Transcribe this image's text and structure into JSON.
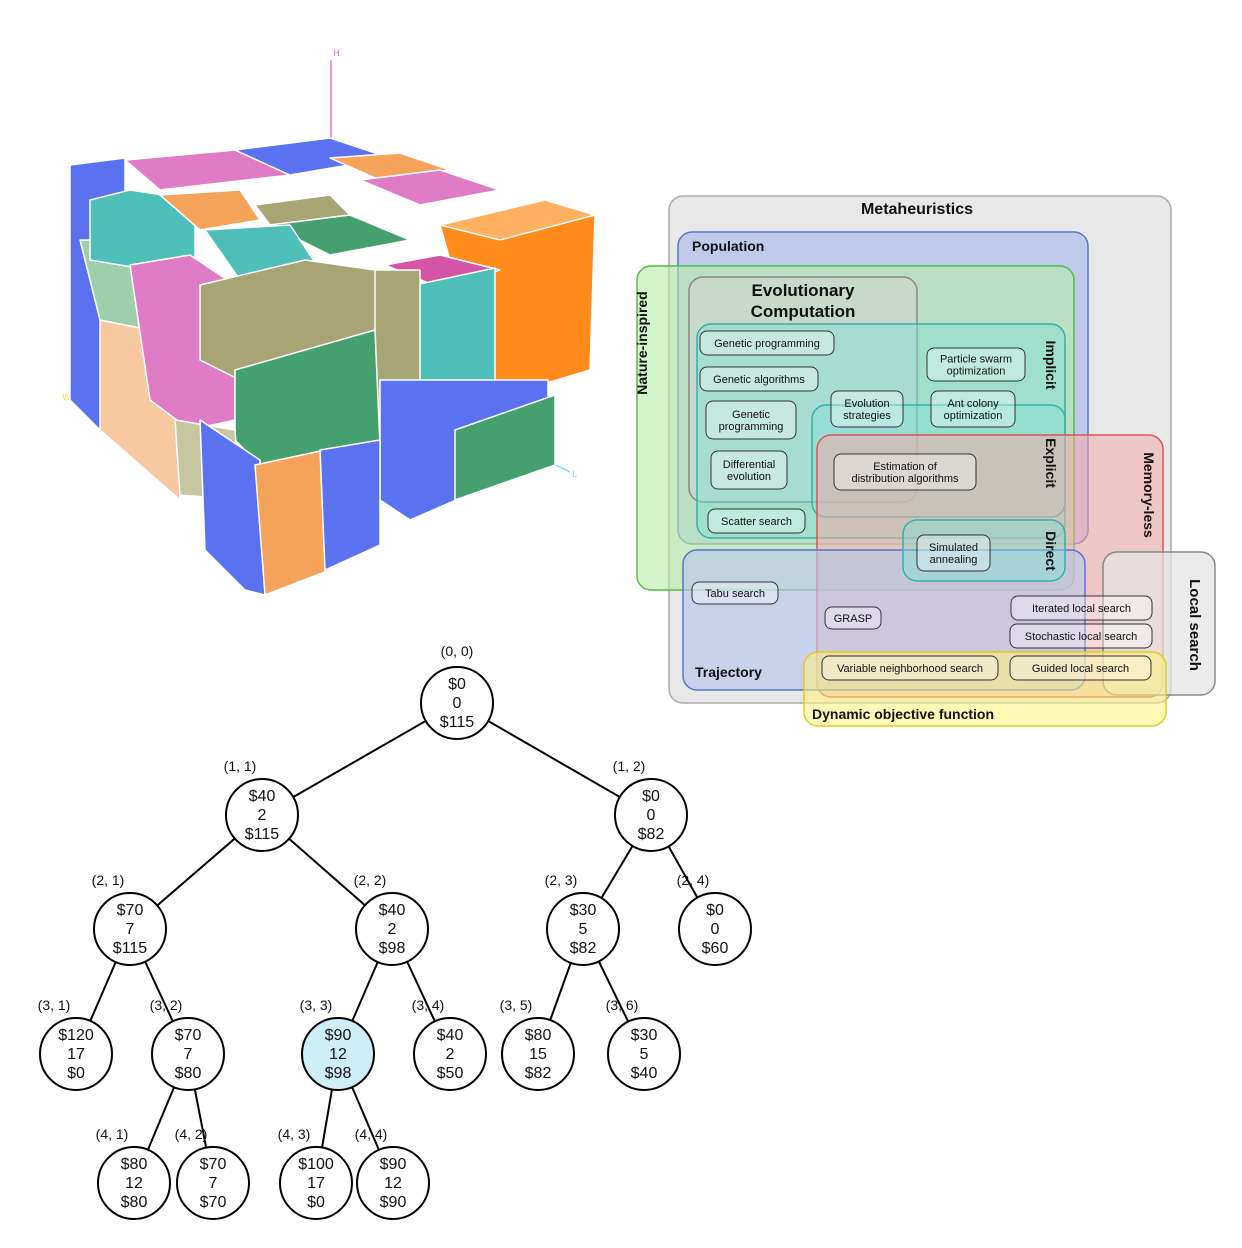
{
  "cube": {
    "axis_labels": {
      "height": "H",
      "width": "W",
      "length": "L"
    },
    "colors": {
      "blue": "#5a72f0",
      "pink": "#e07cc6",
      "orange": "#f5a25a",
      "teal": "#4dbfb8",
      "green": "#45a070",
      "olive": "#a8a575",
      "peach": "#f8c8a0",
      "darkorange": "#ff8c1a",
      "magenta": "#d455a8",
      "sage": "#9fcfaa"
    }
  },
  "metaheuristics": {
    "title": "Metaheuristics",
    "regions": {
      "population": "Population",
      "nature_inspired": "Nature-inspired",
      "evolutionary_computation_line1": "Evolutionary",
      "evolutionary_computation_line2": "Computation",
      "implicit": "Implicit",
      "explicit": "Explicit",
      "direct": "Direct",
      "memory_less": "Memory-less",
      "local_search": "Local search",
      "trajectory": "Trajectory",
      "dynamic_objective": "Dynamic objective function"
    },
    "methods": {
      "genetic_programming_1": "Genetic programming",
      "genetic_algorithms": "Genetic algorithms",
      "genetic_programming_2_line1": "Genetic",
      "genetic_programming_2_line2": "programming",
      "differential_evolution_line1": "Differential",
      "differential_evolution_line2": "evolution",
      "scatter_search": "Scatter search",
      "evolution_strategies_line1": "Evolution",
      "evolution_strategies_line2": "strategies",
      "pso_line1": "Particle swarm",
      "pso_line2": "optimization",
      "aco_line1": "Ant colony",
      "aco_line2": "optimization",
      "eda_line1": "Estimation of",
      "eda_line2": "distribution algorithms",
      "simulated_annealing_line1": "Simulated",
      "simulated_annealing_line2": "annealing",
      "tabu_search": "Tabu search",
      "grasp": "GRASP",
      "iterated_local_search": "Iterated local search",
      "stochastic_local_search": "Stochastic local search",
      "vns": "Variable neighborhood search",
      "guided_local_search": "Guided local search"
    },
    "colors": {
      "meta": "#e6e6e6",
      "population": "#b8c6ec",
      "nature": "#b8ecaa",
      "evo": "#d4d4d4",
      "implicit": "#7fe0d6",
      "memory": "#f4aaaa",
      "local": "#e4e4e4",
      "dynamic": "#fff27a"
    }
  },
  "tree": {
    "highlight_color": "#cdeef6",
    "nodes": [
      {
        "id": "0-0",
        "label": "(0, 0)",
        "lines": [
          "$0",
          "0",
          "$115"
        ]
      },
      {
        "id": "1-1",
        "label": "(1, 1)",
        "lines": [
          "$40",
          "2",
          "$115"
        ]
      },
      {
        "id": "1-2",
        "label": "(1, 2)",
        "lines": [
          "$0",
          "0",
          "$82"
        ]
      },
      {
        "id": "2-1",
        "label": "(2, 1)",
        "lines": [
          "$70",
          "7",
          "$115"
        ]
      },
      {
        "id": "2-2",
        "label": "(2, 2)",
        "lines": [
          "$40",
          "2",
          "$98"
        ]
      },
      {
        "id": "2-3",
        "label": "(2, 3)",
        "lines": [
          "$30",
          "5",
          "$82"
        ]
      },
      {
        "id": "2-4",
        "label": "(2, 4)",
        "lines": [
          "$0",
          "0",
          "$60"
        ]
      },
      {
        "id": "3-1",
        "label": "(3, 1)",
        "lines": [
          "$120",
          "17",
          "$0"
        ]
      },
      {
        "id": "3-2",
        "label": "(3, 2)",
        "lines": [
          "$70",
          "7",
          "$80"
        ]
      },
      {
        "id": "3-3",
        "label": "(3, 3)",
        "lines": [
          "$90",
          "12",
          "$98"
        ],
        "highlight": true
      },
      {
        "id": "3-4",
        "label": "(3, 4)",
        "lines": [
          "$40",
          "2",
          "$50"
        ]
      },
      {
        "id": "3-5",
        "label": "(3, 5)",
        "lines": [
          "$80",
          "15",
          "$82"
        ]
      },
      {
        "id": "3-6",
        "label": "(3, 6)",
        "lines": [
          "$30",
          "5",
          "$40"
        ]
      },
      {
        "id": "4-1",
        "label": "(4, 1)",
        "lines": [
          "$80",
          "12",
          "$80"
        ]
      },
      {
        "id": "4-2",
        "label": "(4, 2)",
        "lines": [
          "$70",
          "7",
          "$70"
        ]
      },
      {
        "id": "4-3",
        "label": "(4, 3)",
        "lines": [
          "$100",
          "17",
          "$0"
        ]
      },
      {
        "id": "4-4",
        "label": "(4, 4)",
        "lines": [
          "$90",
          "12",
          "$90"
        ]
      }
    ],
    "edges": [
      [
        "0-0",
        "1-1"
      ],
      [
        "0-0",
        "1-2"
      ],
      [
        "1-1",
        "2-1"
      ],
      [
        "1-1",
        "2-2"
      ],
      [
        "1-2",
        "2-3"
      ],
      [
        "1-2",
        "2-4"
      ],
      [
        "2-1",
        "3-1"
      ],
      [
        "2-1",
        "3-2"
      ],
      [
        "2-2",
        "3-3"
      ],
      [
        "2-2",
        "3-4"
      ],
      [
        "2-3",
        "3-5"
      ],
      [
        "2-3",
        "3-6"
      ],
      [
        "3-2",
        "4-1"
      ],
      [
        "3-2",
        "4-2"
      ],
      [
        "3-3",
        "4-3"
      ],
      [
        "3-3",
        "4-4"
      ]
    ]
  }
}
